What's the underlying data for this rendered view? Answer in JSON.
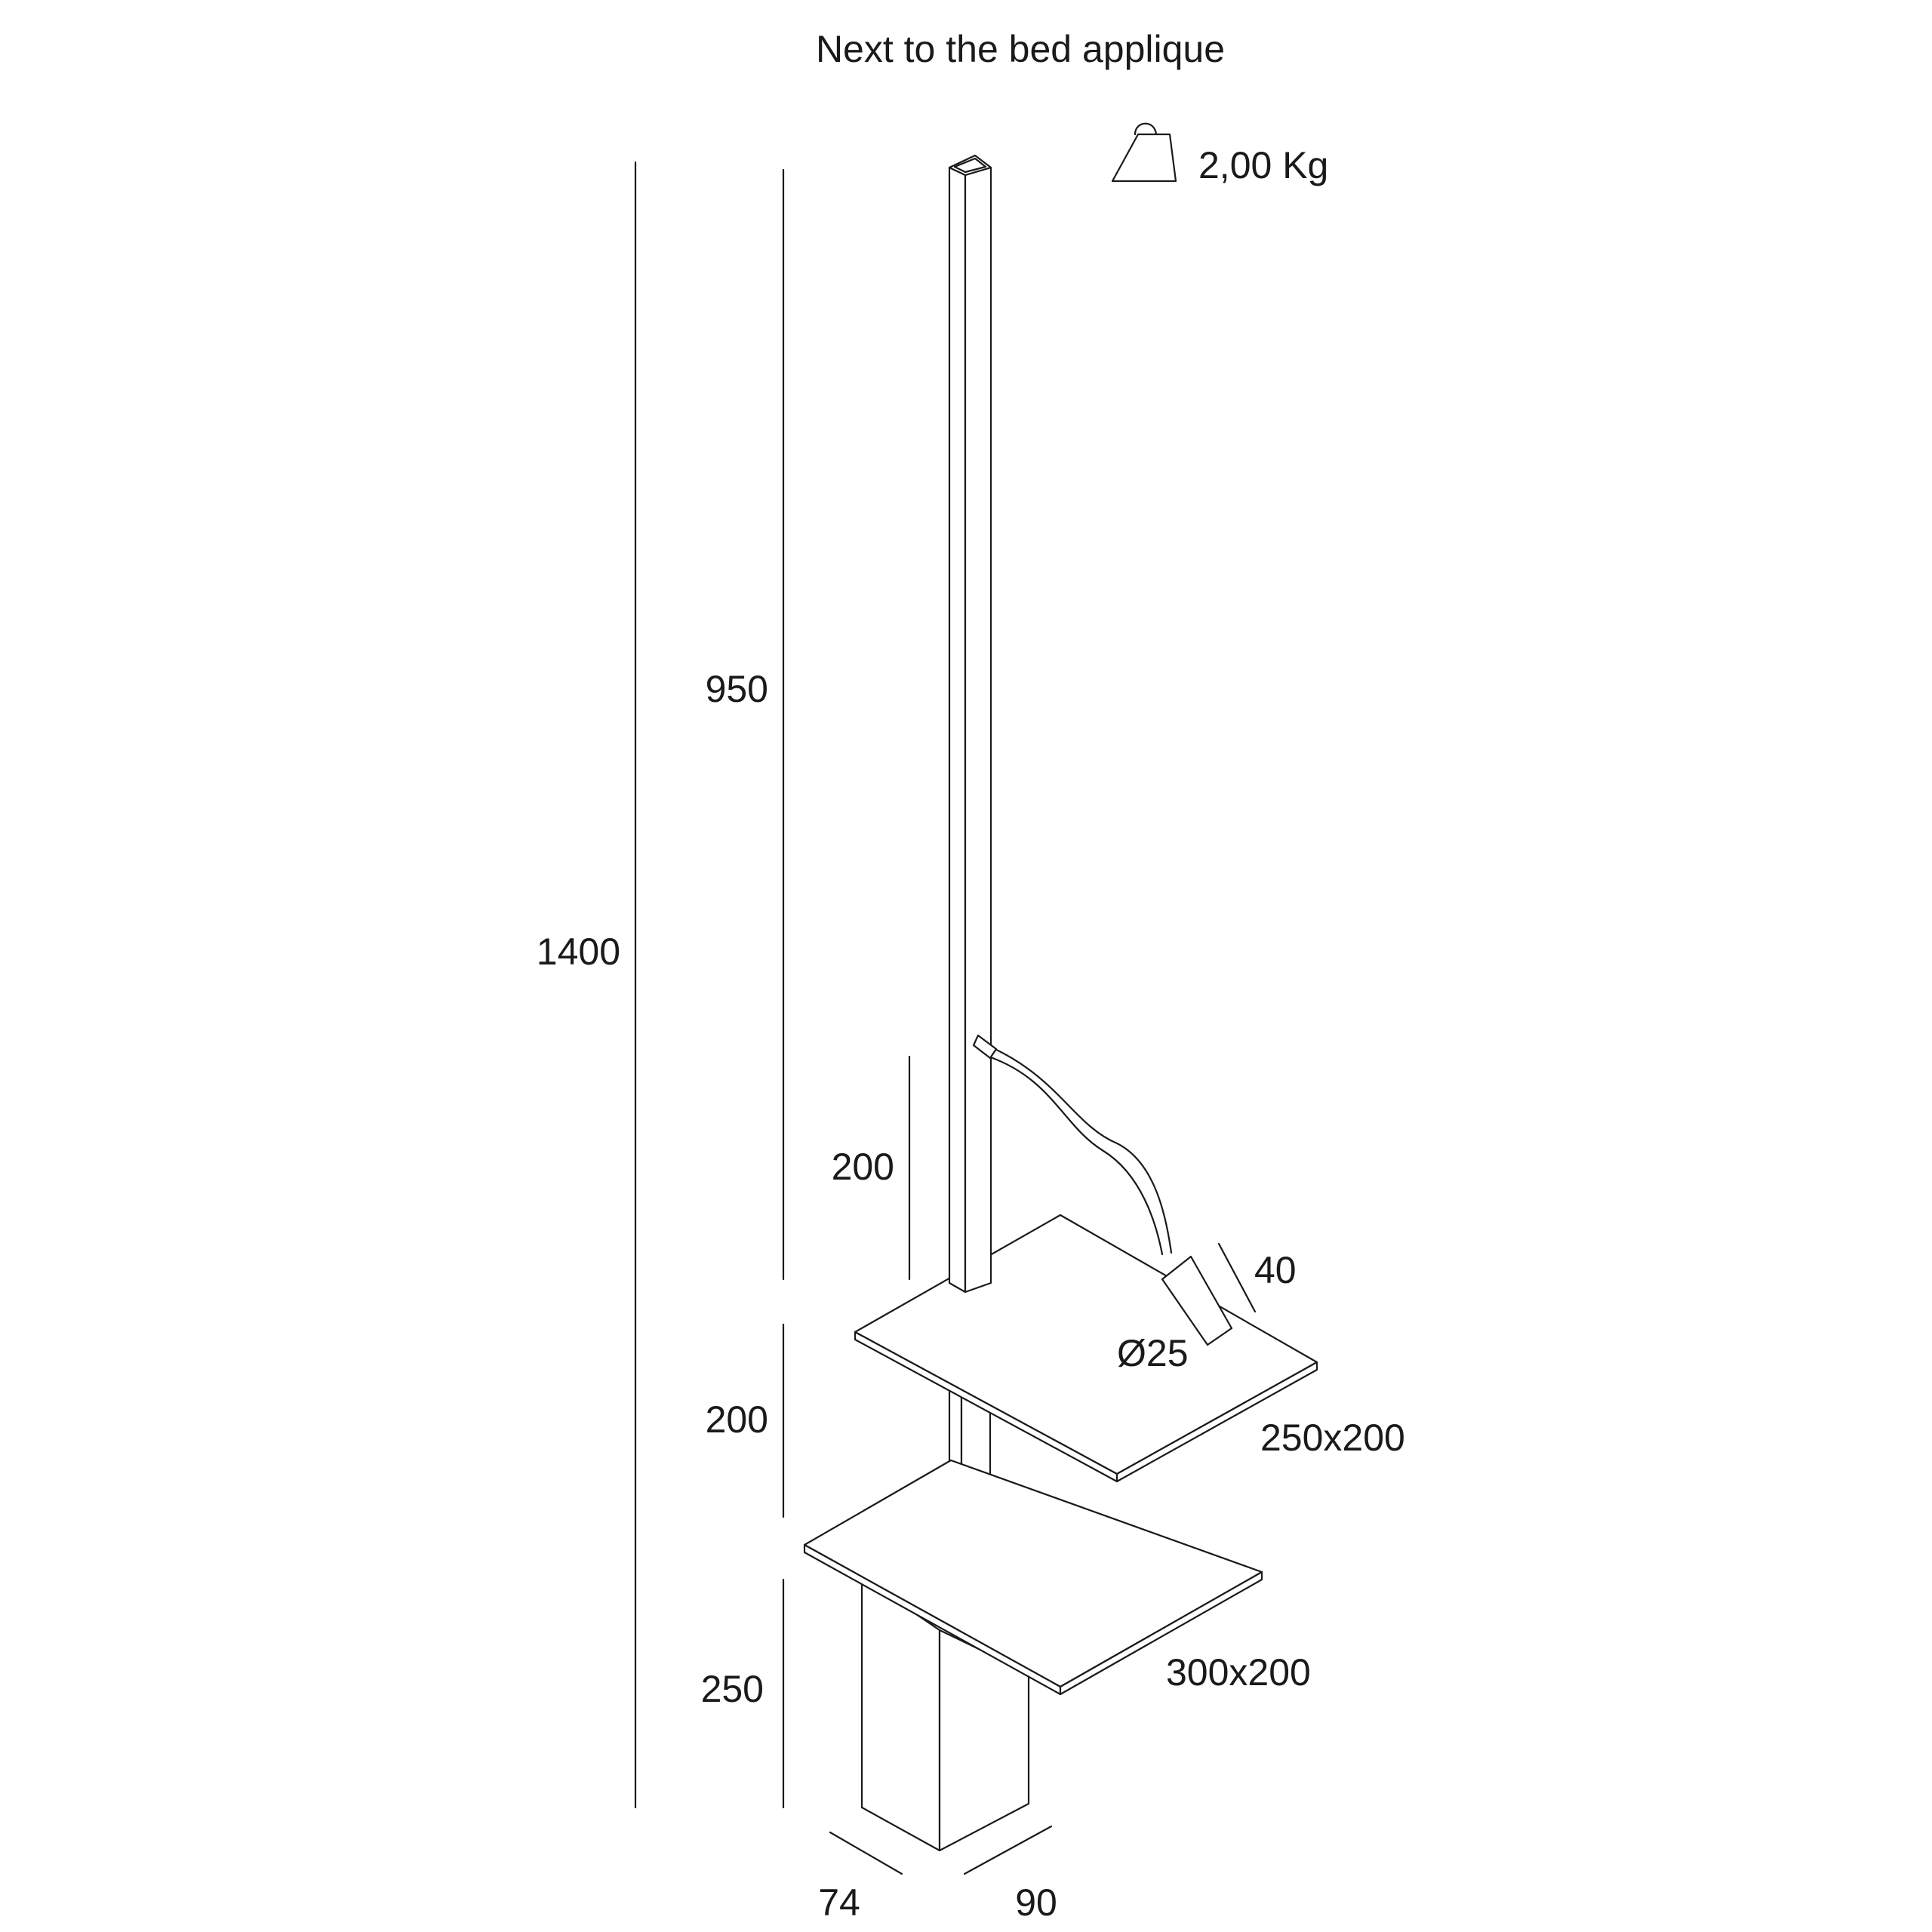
{
  "title": "Next to the bed applique",
  "weight": {
    "icon": "weight-icon",
    "label": "2,00 Kg"
  },
  "dimensions": {
    "overall_height": "1400",
    "upper_pole": "950",
    "arm_height": "200",
    "shelf_gap": "200",
    "base_height": "250",
    "head_length": "40",
    "head_diameter": "Ø25",
    "upper_shelf": "250x200",
    "lower_shelf": "300x200",
    "base_depth": "74",
    "base_width": "90"
  }
}
